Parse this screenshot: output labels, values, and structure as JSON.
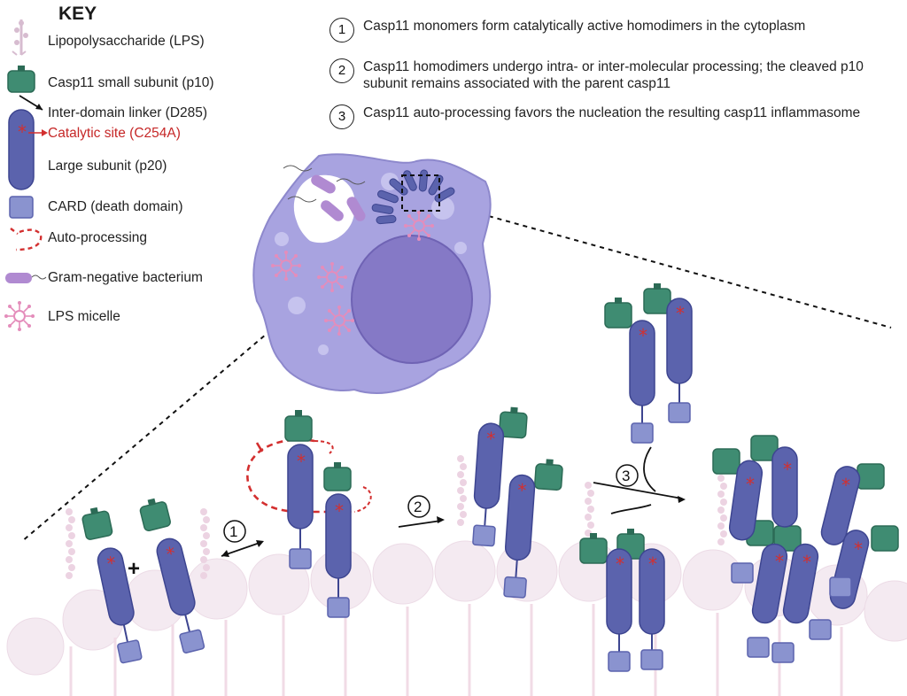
{
  "key": {
    "title": "KEY",
    "items": [
      {
        "label": "Lipopolysaccharide (LPS)"
      },
      {
        "label": "Casp11 small subunit (p10)"
      },
      {
        "label": "Inter-domain linker (D285)"
      },
      {
        "label": "Catalytic site (C254A)"
      },
      {
        "label": "Large subunit (p20)"
      },
      {
        "label": "CARD (death domain)"
      },
      {
        "label": "Auto-processing"
      },
      {
        "label": "Gram-negative bacterium"
      },
      {
        "label": "LPS micelle"
      }
    ]
  },
  "steps": [
    {
      "number": "1",
      "text": "Casp11 monomers form catalytically active homodimers in the cytoplasm"
    },
    {
      "number": "2",
      "text": "Casp11 homodimers undergo intra- or inter-molecular processing; the cleaved p10 subunit remains associated with the parent casp11"
    },
    {
      "number": "3",
      "text": "Casp11 auto-processing favors the nucleation the resulting casp11 inflammasome"
    }
  ],
  "flow": {
    "step1": "1",
    "step2": "2",
    "step3": "3",
    "plus": "+"
  },
  "colors": {
    "p20": "#5b63ad",
    "p20_stroke": "#3d4590",
    "p10": "#3f8c72",
    "card": "#8a93cf",
    "catalytic": "#d32f2f",
    "cell": "#a7a3df",
    "membrane": "#f3e9f0",
    "lps": "#ecd3e2",
    "micelle": "#e48dbb"
  }
}
